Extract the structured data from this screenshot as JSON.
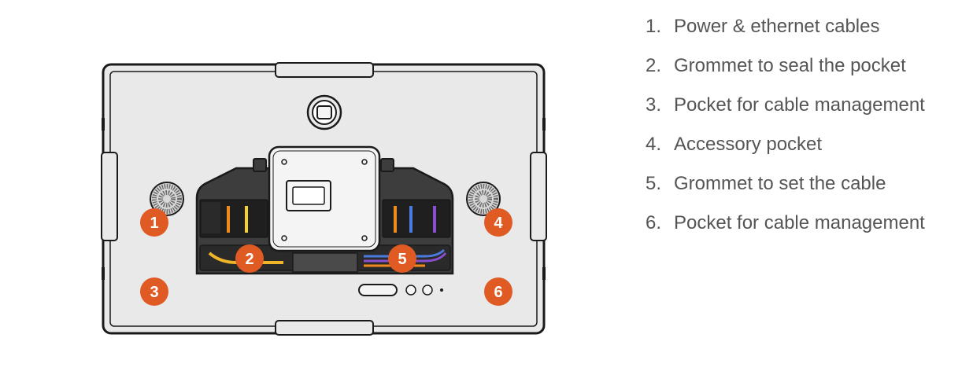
{
  "accent_color": "#e05a23",
  "callouts": [
    {
      "number": "1",
      "icon": "cable-entry-marker"
    },
    {
      "number": "2",
      "icon": "grommet-marker"
    },
    {
      "number": "3",
      "icon": "pocket-marker"
    },
    {
      "number": "4",
      "icon": "accessory-pocket-marker"
    },
    {
      "number": "5",
      "icon": "grommet-marker"
    },
    {
      "number": "6",
      "icon": "pocket-marker"
    }
  ],
  "legend": [
    {
      "number": "1.",
      "text": "Power & ethernet cables"
    },
    {
      "number": "2.",
      "text": "Grommet to seal the pocket"
    },
    {
      "number": "3.",
      "text": "Pocket for cable management"
    },
    {
      "number": "4.",
      "text": "Accessory pocket"
    },
    {
      "number": "5.",
      "text": "Grommet to set the cable"
    },
    {
      "number": "6.",
      "text": "Pocket for cable management"
    }
  ]
}
